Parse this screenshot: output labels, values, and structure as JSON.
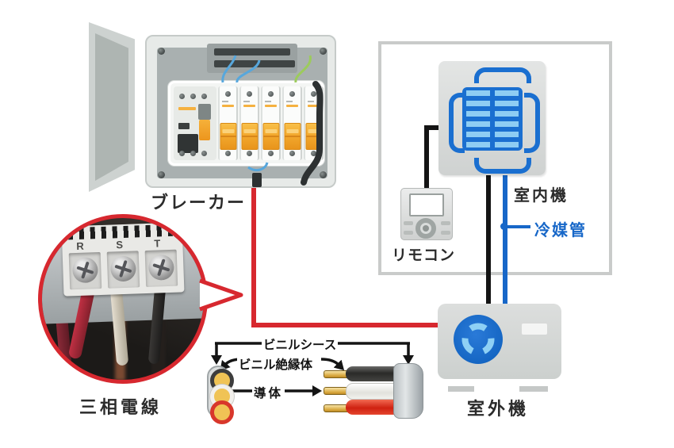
{
  "labels": {
    "breaker": "ブレーカー",
    "indoor_unit": "室内機",
    "refrigerant_pipe": "冷媒管",
    "remote_control": "リモコン",
    "outdoor_unit": "室外機",
    "three_phase_wire": "三相電線",
    "vinyl_sheath": "ビニルシース",
    "vinyl_insulation": "ビニル絶縁体",
    "conductor": "導体"
  },
  "terminals": [
    "R",
    "S",
    "T"
  ],
  "colors": {
    "accent_red": "#d7282f",
    "line_blue": "#1767c8",
    "unit_blue": "#1a6fd0",
    "light_blue": "#8ecdf3",
    "wire_black": "#141414",
    "room_border": "#c9cbca",
    "breaker_orange": "#f3a92e"
  }
}
